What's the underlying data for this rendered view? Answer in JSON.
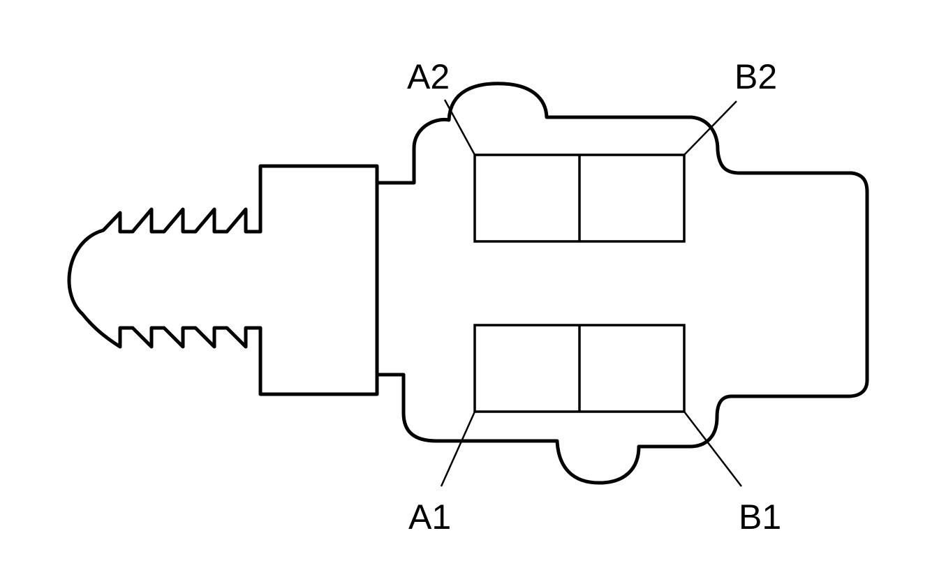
{
  "labels": {
    "a2": "A2",
    "b2": "B2",
    "a1": "A1",
    "b1": "B1"
  }
}
